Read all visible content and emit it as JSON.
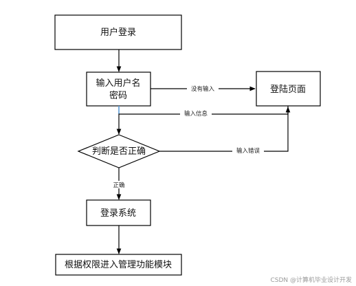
{
  "nodes": {
    "user_login": "用户登录",
    "input_line1": "输入用户名",
    "input_line2": "密码",
    "login_page": "登陆页面",
    "decision": "判断是否正确",
    "login_system": "登录系统",
    "manage_modules": "根据权限进入管理功能模块"
  },
  "edges": {
    "no_input": "没有输入",
    "input_info": "输入信息",
    "input_error": "输入错误",
    "correct": "正确"
  },
  "watermark": "CSDN @计算机毕业设计开发",
  "colors": {
    "stroke": "#000000",
    "accent_line": "#5b9bd5",
    "watermark": "#9a9a9a"
  }
}
